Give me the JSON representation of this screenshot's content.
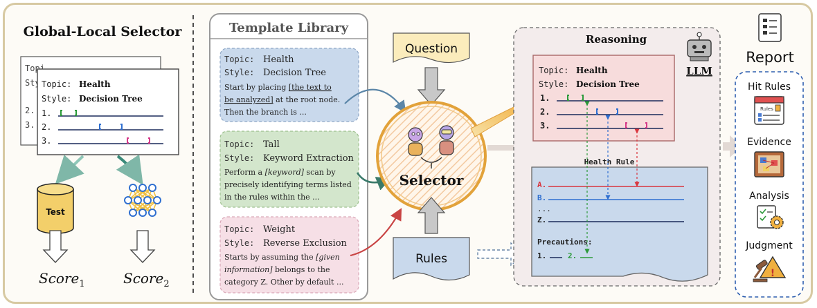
{
  "left_panel": {
    "title": "Global-Local Selector",
    "back_card": {
      "topic_partial": "Topi",
      "style_partial": "Styl",
      "row2": "2.",
      "row3": "3."
    },
    "front_card": {
      "topic_key": "Topic:",
      "topic_val": "Health",
      "style_key": "Style:",
      "style_val": "Decision Tree",
      "rows": [
        "1.",
        "2.",
        "3."
      ]
    },
    "db_label": "Test",
    "score1": "Score",
    "score1_sub": "1",
    "score2": "Score",
    "score2_sub": "2"
  },
  "library": {
    "title": "Template Library",
    "cards": [
      {
        "topic_key": "Topic:",
        "topic": "Health",
        "style_key": "Style:",
        "style": "Decision Tree",
        "l1": "Start by placing ",
        "l1b": "[the text  to",
        "l2": "be analyzed]",
        "l2b": " at the root node.",
        "l3": "Then the branch is ..."
      },
      {
        "topic_key": "Topic:",
        "topic": "Tall",
        "style_key": "Style:",
        "style": "Keyword Extraction",
        "l1": "Perform a ",
        "l1b": "[keyword]",
        "l1c": " scan by",
        "l2": "precisely identifying terms listed",
        "l3": "in the rules within the ..."
      },
      {
        "topic_key": "Topic:",
        "topic": "Weight",
        "style_key": "Style:",
        "style": "Reverse Exclusion",
        "l1": "Starts by assuming the ",
        "l1b": "[given",
        "l2": "information]",
        "l2b": " belongs to the",
        "l3": "category Z. Other by default ..."
      }
    ]
  },
  "center": {
    "question": "Question",
    "selector": "Selector",
    "rules": "Rules"
  },
  "reasoning": {
    "title": "Reasoning",
    "llm": "LLM",
    "topic_key": "Topic:",
    "topic_val": "Health",
    "style_key": "Style:",
    "style_val": "Decision Tree",
    "rows": [
      "1.",
      "2.",
      "3."
    ],
    "rule_title": "Health Rule",
    "rule_rows": [
      "A.",
      "B.",
      "...",
      "Z."
    ],
    "precautions": "Precautions:",
    "p1": "1.",
    "p2": "2."
  },
  "report": {
    "title": "Report",
    "items": [
      "Hit Rules",
      "Evidence",
      "Analysis",
      "Judgment"
    ],
    "rules_icon_text": "Rules"
  },
  "colors": {
    "frame": "#d7c9a2",
    "blue_card": "#c9d9ec",
    "green_card": "#d3e6cc",
    "pink_card": "#f6dfe6",
    "red": "#d9363e",
    "blue": "#2f6fd0",
    "green": "#2c9a3a",
    "magenta": "#d63a8a",
    "orange": "#f0b040"
  }
}
